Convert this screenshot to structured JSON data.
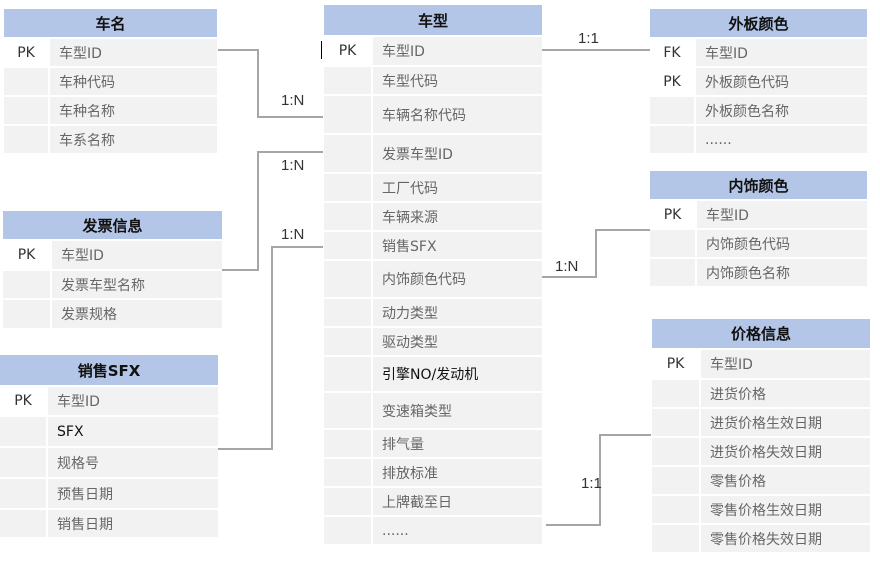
{
  "entities": {
    "chexing": {
      "title": "车型",
      "rows": [
        {
          "key": "PK",
          "field": "车型ID"
        },
        {
          "key": "",
          "field": "车型代码"
        },
        {
          "key": "",
          "field": "车辆名称代码"
        },
        {
          "key": "",
          "field": "发票车型ID"
        },
        {
          "key": "",
          "field": "工厂代码"
        },
        {
          "key": "",
          "field": "车辆来源"
        },
        {
          "key": "",
          "field": "销售SFX"
        },
        {
          "key": "",
          "field": "内饰颜色代码"
        },
        {
          "key": "",
          "field": "动力类型"
        },
        {
          "key": "",
          "field": "驱动类型"
        },
        {
          "key": "",
          "field": "引擎NO/发动机"
        },
        {
          "key": "",
          "field": "变速箱类型"
        },
        {
          "key": "",
          "field": "排气量"
        },
        {
          "key": "",
          "field": "排放标准"
        },
        {
          "key": "",
          "field": "上牌截至日"
        },
        {
          "key": "",
          "field": "......"
        }
      ]
    },
    "cheming": {
      "title": "车名",
      "rows": [
        {
          "key": "PK",
          "field": "车型ID"
        },
        {
          "key": "",
          "field": "车种代码"
        },
        {
          "key": "",
          "field": "车种名称"
        },
        {
          "key": "",
          "field": "车系名称"
        }
      ]
    },
    "fapiao": {
      "title": "发票信息",
      "rows": [
        {
          "key": "PK",
          "field": "车型ID"
        },
        {
          "key": "",
          "field": "发票车型名称"
        },
        {
          "key": "",
          "field": "发票规格"
        }
      ]
    },
    "sfx": {
      "title": "销售SFX",
      "rows": [
        {
          "key": "PK",
          "field": "车型ID"
        },
        {
          "key": "",
          "field": "SFX"
        },
        {
          "key": "",
          "field": "规格号"
        },
        {
          "key": "",
          "field": "预售日期"
        },
        {
          "key": "",
          "field": "销售日期"
        }
      ]
    },
    "waiban": {
      "title": "外板颜色",
      "rows": [
        {
          "key": "FK",
          "field": "车型ID"
        },
        {
          "key": "PK",
          "field": "外板颜色代码"
        },
        {
          "key": "",
          "field": "外板颜色名称"
        },
        {
          "key": "",
          "field": "......"
        }
      ]
    },
    "neishi": {
      "title": "内饰颜色",
      "rows": [
        {
          "key": "PK",
          "field": "车型ID"
        },
        {
          "key": "",
          "field": "内饰颜色代码"
        },
        {
          "key": "",
          "field": "内饰颜色名称"
        }
      ]
    },
    "jiage": {
      "title": "价格信息",
      "rows": [
        {
          "key": "PK",
          "field": "车型ID"
        },
        {
          "key": "",
          "field": "进货价格"
        },
        {
          "key": "",
          "field": "进货价格生效日期"
        },
        {
          "key": "",
          "field": "进货价格失效日期"
        },
        {
          "key": "",
          "field": "零售价格"
        },
        {
          "key": "",
          "field": "零售价格生效日期"
        },
        {
          "key": "",
          "field": "零售价格失效日期"
        }
      ]
    }
  },
  "relations": {
    "cheming": "1:N",
    "fapiao": "1:N",
    "sfx": "1:N",
    "waiban": "1:1",
    "neishi": "1:N",
    "jiage": "1:1"
  },
  "colors": {
    "header": "#b4c6e7",
    "row": "#f2f2f2",
    "line": "#a6a6a6"
  }
}
